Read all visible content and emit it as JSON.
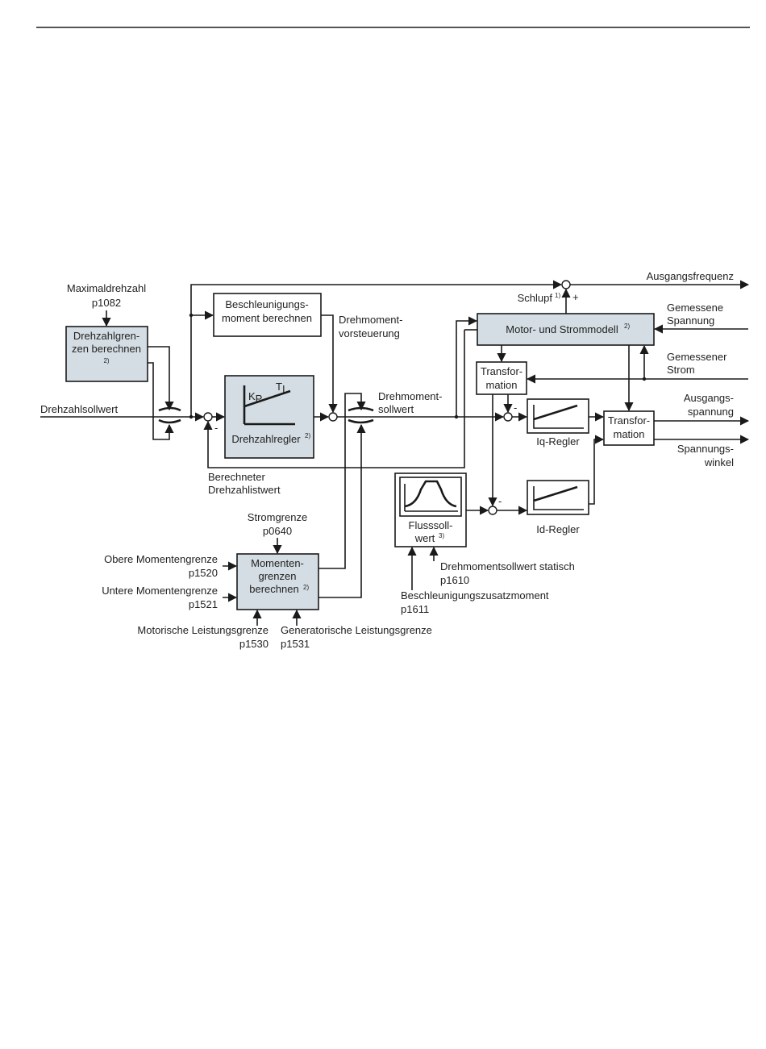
{
  "colors": {
    "shaded_block": "#d4dde3",
    "line": "#1a1a1a",
    "text": "#222222"
  },
  "inputs": {
    "max_speed": {
      "label": "Maximaldrehzahl",
      "param": "p1082"
    },
    "speed_setpoint": "Drehzahlsollwert",
    "current_limit": {
      "label": "Stromgrenze",
      "param": "p0640"
    },
    "upper_torque_limit": {
      "label": "Obere Momentengrenze",
      "param": "p1520"
    },
    "lower_torque_limit": {
      "label": "Untere Momentengrenze",
      "param": "p1521"
    },
    "motor_power_limit": {
      "label": "Motorische Leistungsgrenze",
      "param": "p1530"
    },
    "generator_power_limit": {
      "label": "Generatorische Leistungsgrenze",
      "param": "p1531"
    },
    "static_torque_setpoint": {
      "label": "Drehmomentsollwert statisch",
      "param": "p1610"
    },
    "accel_additional_torque": {
      "label": "Beschleunigungszusatzmoment",
      "param": "p1611"
    },
    "measured_voltage": {
      "line1": "Gemessene",
      "line2": "Spannung"
    },
    "measured_current": {
      "line1": "Gemessener",
      "line2": "Strom"
    }
  },
  "blocks": {
    "speed_limits": {
      "line1": "Drehzahlgren-",
      "line2": "zen berechnen",
      "note": "2)"
    },
    "accel_torque": {
      "line1": "Beschleunigungs-",
      "line2": "moment berechnen"
    },
    "speed_controller": {
      "label": "Drehzahlregler",
      "note": "2)",
      "kp": "K",
      "kp_sub": "P",
      "ti": "T",
      "ti_sub": "I"
    },
    "torque_limits": {
      "line1": "Momenten-",
      "line2": "grenzen",
      "line3": "berechnen",
      "note": "2)"
    },
    "motor_model": {
      "label": "Motor- und Strommodell",
      "note": "2)"
    },
    "transformation_in": {
      "line1": "Transfor-",
      "line2": "mation"
    },
    "iq_controller": {
      "label": "Iq-Regler"
    },
    "id_controller": {
      "label": "Id-Regler"
    },
    "transformation_out": {
      "line1": "Transfor-",
      "line2": "mation"
    },
    "flux_setpoint": {
      "line1": "Flusssoll-",
      "line2": "wert",
      "note": "3)"
    }
  },
  "signals": {
    "torque_precontrol": {
      "line1": "Drehmoment-",
      "line2": "vorsteuerung"
    },
    "torque_setpoint": {
      "line1": "Drehmoment-",
      "line2": "sollwert"
    },
    "calculated_speed": {
      "line1": "Berechneter",
      "line2": "Drehzahlistwert"
    },
    "slip": {
      "label": "Schlupf",
      "note": "1)",
      "sign": "+"
    },
    "minus": "-"
  },
  "outputs": {
    "output_frequency": "Ausgangsfrequenz",
    "output_voltage": {
      "line1": "Ausgangs-",
      "line2": "spannung"
    },
    "voltage_angle": {
      "line1": "Spannungs-",
      "line2": "winkel"
    }
  }
}
